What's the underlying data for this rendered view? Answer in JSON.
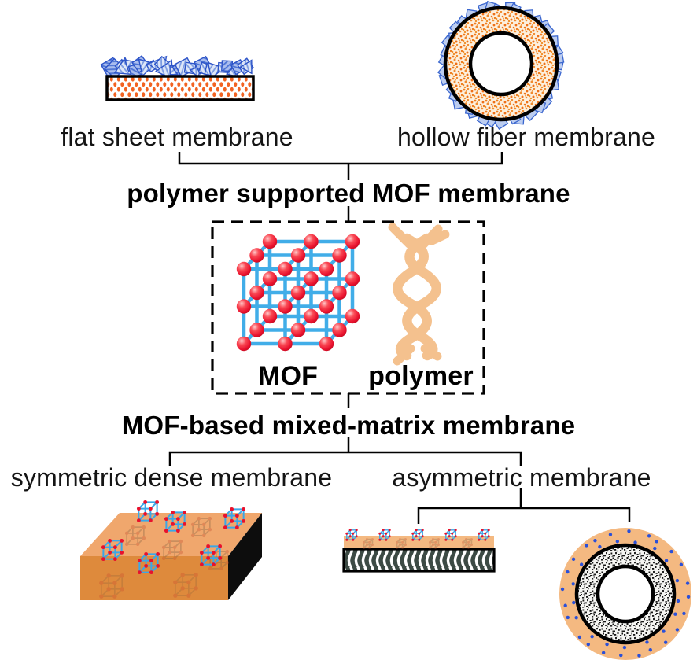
{
  "figure": {
    "background": "#ffffff",
    "top_row": {
      "flat_sheet_label": "flat sheet membrane",
      "hollow_fiber_label": "hollow fiber membrane"
    },
    "headings": {
      "polymer_supported": "polymer supported MOF membrane",
      "mixed_matrix": "MOF-based mixed-matrix membrane"
    },
    "components_box": {
      "mof_label": "MOF",
      "polymer_label": "polymer"
    },
    "bottom_row": {
      "symmetric_dense_label": "symmetric dense membrane",
      "asymmetric_label": "asymmetric membrane"
    },
    "colors": {
      "mof_crystal_orange": "#f26322",
      "membrane_peach": "#f4b981",
      "slab_top": "#f0a76d",
      "slab_front": "#de8a3c",
      "slab_side": "#0d0d0d",
      "crystal_blue_fill": "#dfe7f8",
      "crystal_blue_stroke": "#2d54c8",
      "lattice_blue": "#41ade8",
      "node_red": "#e8112d",
      "polymer_tan": "#f4c18e",
      "dot_blue": "#2b50d8",
      "porous_dark": "#3c4a44",
      "line_black": "#000000"
    }
  }
}
